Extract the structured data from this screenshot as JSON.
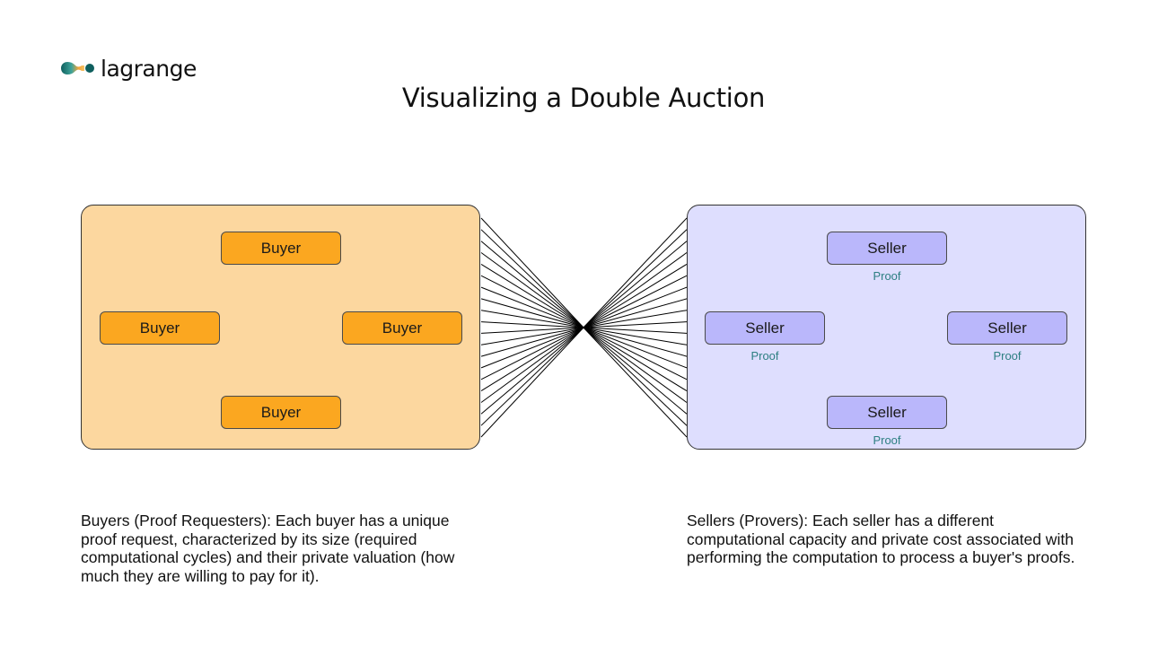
{
  "brand": {
    "name": "lagrange",
    "logo_icon": "lagrange-logo-icon",
    "logo_colors": [
      "#1e8c86",
      "#f2a63a",
      "#0f5f5e"
    ]
  },
  "title": "Visualizing a Double Auction",
  "buyers_panel": {
    "color": "#fcd79f",
    "nodes": [
      {
        "label": "Buyer"
      },
      {
        "label": "Buyer"
      },
      {
        "label": "Buyer"
      },
      {
        "label": "Buyer"
      }
    ]
  },
  "sellers_panel": {
    "color": "#dedefe",
    "nodes": [
      {
        "label": "Seller",
        "sub": "Proof"
      },
      {
        "label": "Seller",
        "sub": "Proof"
      },
      {
        "label": "Seller",
        "sub": "Proof"
      },
      {
        "label": "Seller",
        "sub": "Proof"
      }
    ]
  },
  "colors": {
    "buyer": "#fba720",
    "seller": "#bab7fb",
    "proof_text": "#2d7f82"
  },
  "descriptions": {
    "buyers": "Buyers (Proof Requesters): Each buyer has a unique proof request, characterized by its size (required computational cycles) and their private valuation (how much they are willing to pay for it).",
    "sellers": "Sellers (Provers): Each seller has a different computational capacity and private cost associated with performing the computation to process a buyer's proofs."
  }
}
